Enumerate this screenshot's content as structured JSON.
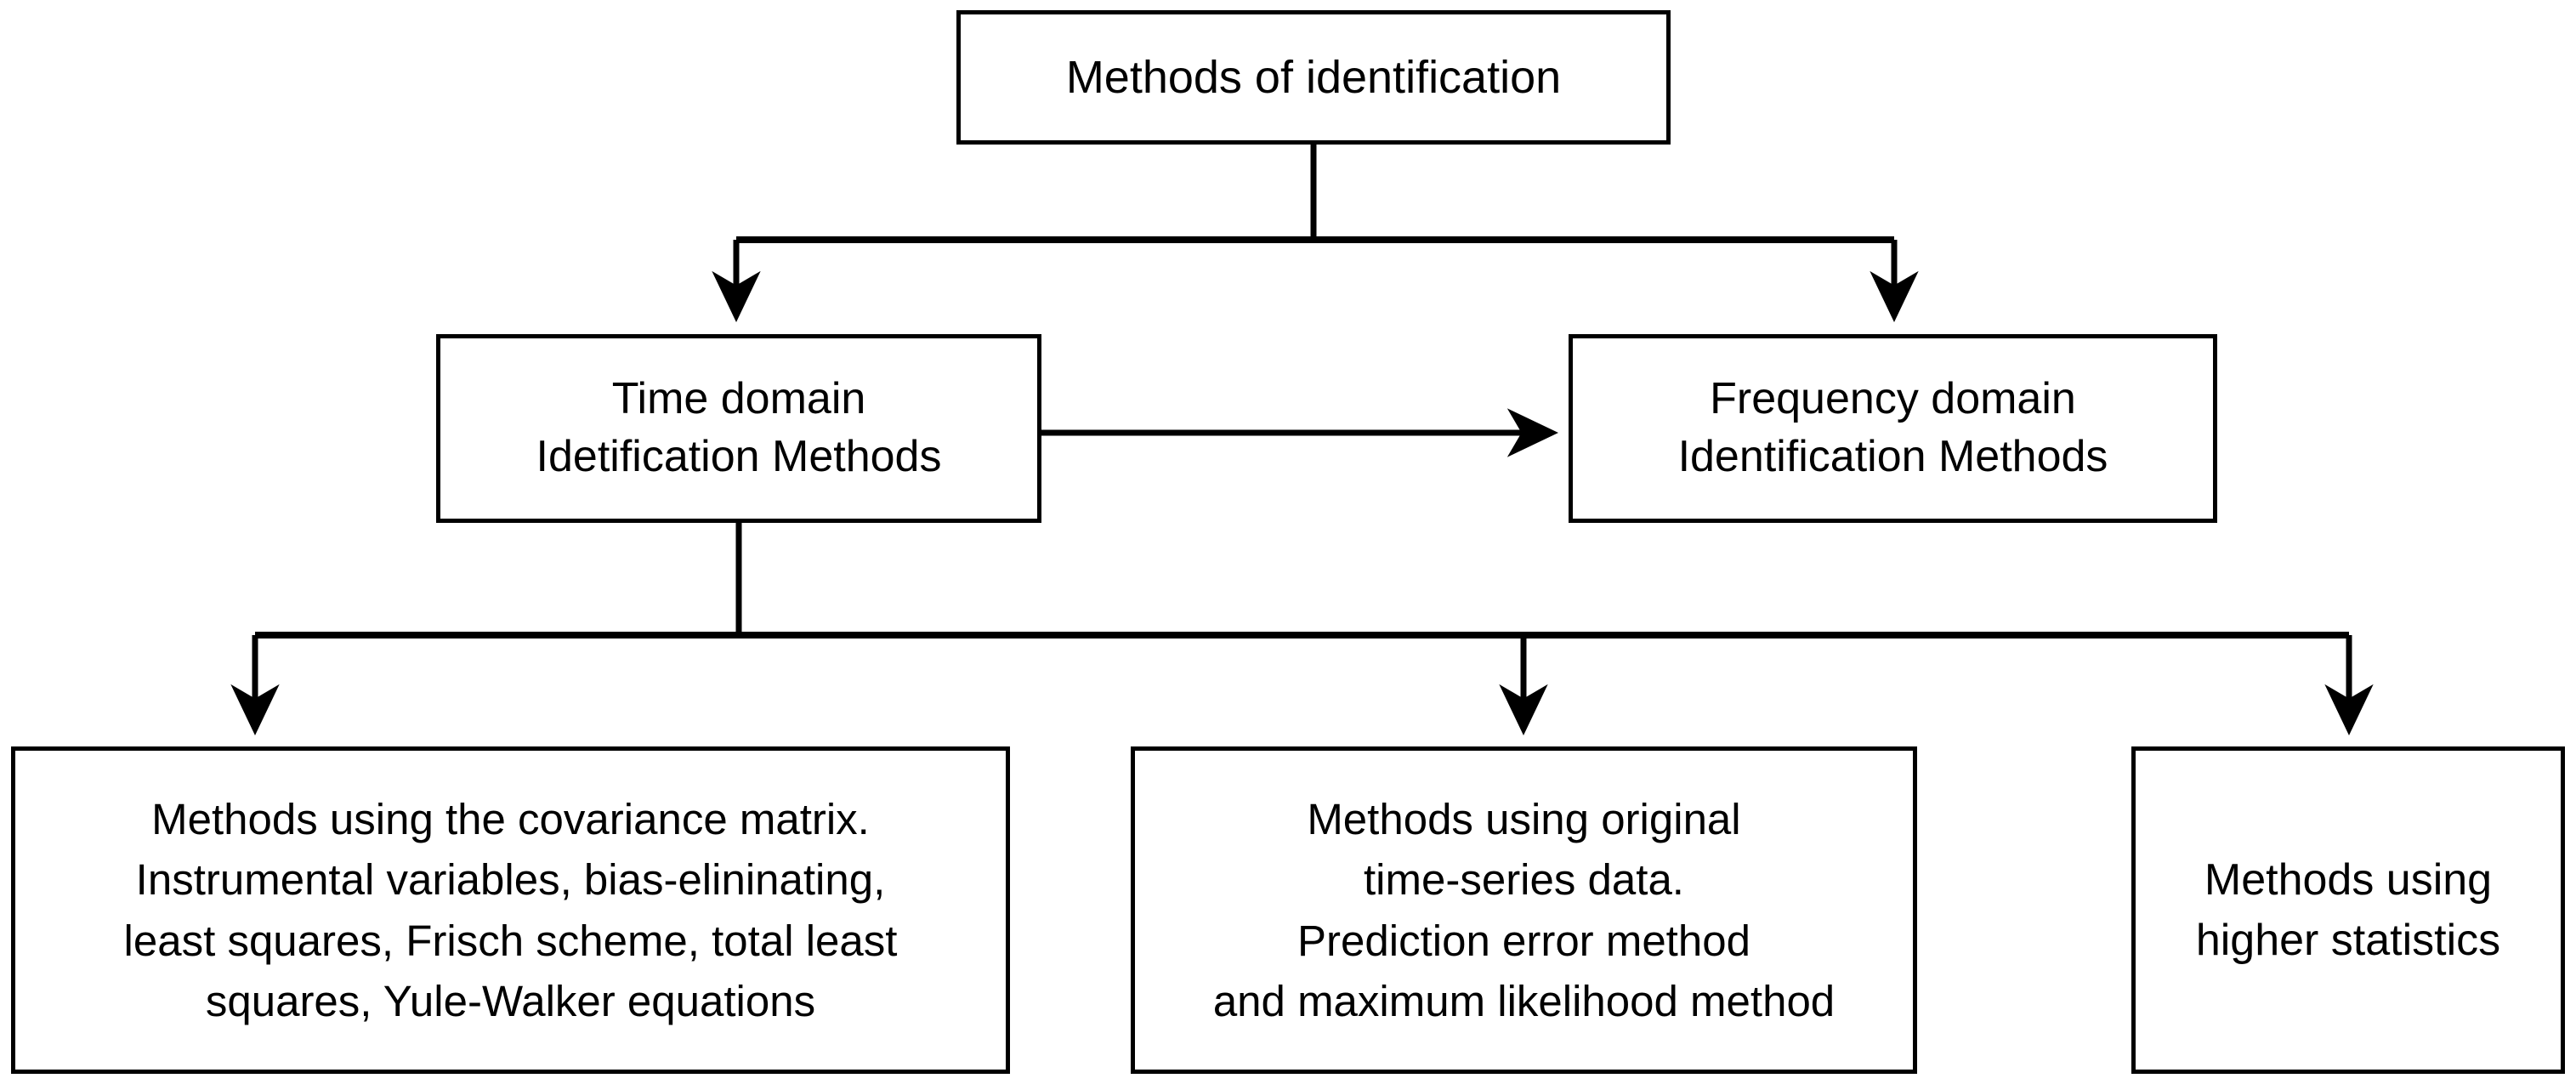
{
  "diagram": {
    "type": "flowchart",
    "orientation": "top-down",
    "background_color": "#ffffff",
    "line_color": "#000000",
    "text_color": "#000000",
    "nodes": [
      {
        "id": "root",
        "label": "Methods of identification",
        "level": 0
      },
      {
        "id": "time",
        "label": "Time domain\nIdetification Methods",
        "level": 1
      },
      {
        "id": "frequency",
        "label": "Frequency domain\nIdentification Methods",
        "level": 1
      },
      {
        "id": "covariance",
        "label": "Methods using the covariance matrix.\nInstrumental variables, bias-elininating,\nleast squares, Frisch scheme, total least\nsquares, Yule-Walker equations",
        "level": 2
      },
      {
        "id": "timeseries",
        "label": "Methods using original\ntime-series data.\nPrediction error method\nand maximum likelihood method",
        "level": 2
      },
      {
        "id": "higherstats",
        "label": "Methods using\nhigher statistics",
        "level": 2
      }
    ],
    "edges": [
      {
        "from": "root",
        "to": "time",
        "arrow": "down"
      },
      {
        "from": "root",
        "to": "frequency",
        "arrow": "down"
      },
      {
        "from": "time",
        "to": "frequency",
        "arrow": "right"
      },
      {
        "from": "time",
        "to": "covariance",
        "arrow": "down"
      },
      {
        "from": "time",
        "to": "timeseries",
        "arrow": "down"
      },
      {
        "from": "time",
        "to": "higherstats",
        "arrow": "down"
      }
    ]
  }
}
